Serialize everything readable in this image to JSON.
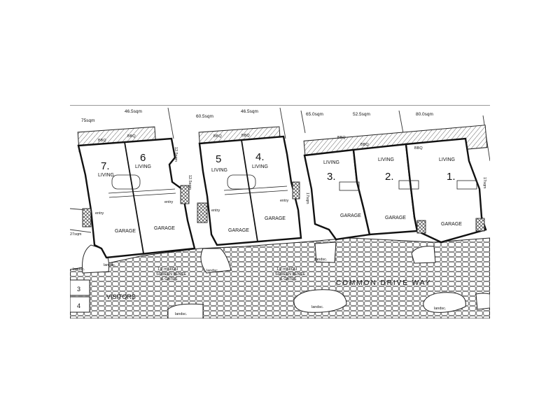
{
  "plan": {
    "areas": [
      "75sqm",
      "46.5sqm",
      "60.5sqm",
      "46.5sqm",
      "65.0sqm",
      "52.5sqm",
      "80.0sqm"
    ],
    "units": [
      {
        "number": "7.",
        "living": "LIVING",
        "garage": "GARAGE",
        "bbq": "BBQ"
      },
      {
        "number": "6",
        "living": "LIVING",
        "garage": "GARAGE",
        "bbq": "BBQ"
      },
      {
        "number": "5",
        "living": "LIVING",
        "garage": "GARAGE",
        "bbq": "BBQ"
      },
      {
        "number": "4.",
        "living": "LIVING",
        "garage": "GARAGE",
        "bbq": "BBQ"
      },
      {
        "number": "3.",
        "living": "LIVING",
        "garage": "GARAGE",
        "bbq": "BBQ"
      },
      {
        "number": "2.",
        "living": "LIVING",
        "garage": "GARAGE",
        "bbq": "BBQ"
      },
      {
        "number": "1.",
        "living": "LIVING",
        "garage": "GARAGE",
        "bbq": "BBQ"
      }
    ],
    "entry_label": "entry",
    "landsc_label": "landsc.",
    "side_dims": [
      "27sqm",
      "12.5sqm",
      "12.5sqm",
      "17sqm",
      "17sqm"
    ],
    "fence_note_line1": "1.2 m HIGH",
    "fence_note_line2": "SCREEN FENCE",
    "fence_note_line3": "& GATES",
    "common_drive_way": "COMMON DRIVE WAY",
    "visitors": "VISITORS",
    "visitor_spaces": [
      "3",
      "4"
    ]
  }
}
